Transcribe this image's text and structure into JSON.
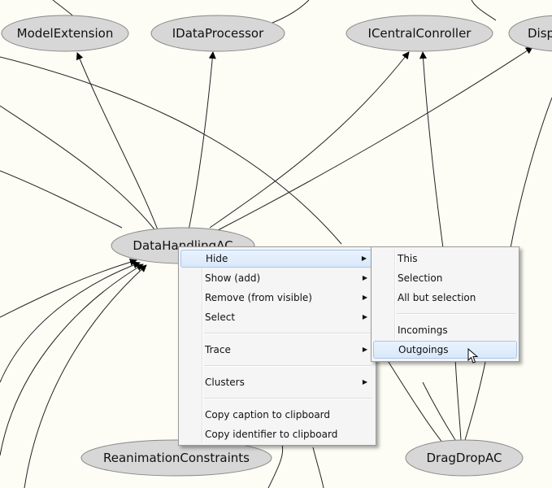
{
  "graph": {
    "nodes": {
      "model_extension": "ModelExtension",
      "idata_processor": "IDataProcessor",
      "icentral_conroller": "ICentralConroller",
      "disp": "Disp",
      "data_handling": "DataHandlingAC",
      "reanimation": "ReanimationConstraints",
      "dragdrop": "DragDropAC"
    }
  },
  "context_menu": {
    "hide": "Hide",
    "show_add": "Show (add)",
    "remove_visible": "Remove (from visible)",
    "select": "Select",
    "trace": "Trace",
    "clusters": "Clusters",
    "copy_caption": "Copy caption to clipboard",
    "copy_identifier": "Copy identifier to clipboard"
  },
  "submenu": {
    "this": "This",
    "selection": "Selection",
    "all_but_selection": "All but selection",
    "incomings": "Incomings",
    "outgoings": "Outgoings"
  }
}
